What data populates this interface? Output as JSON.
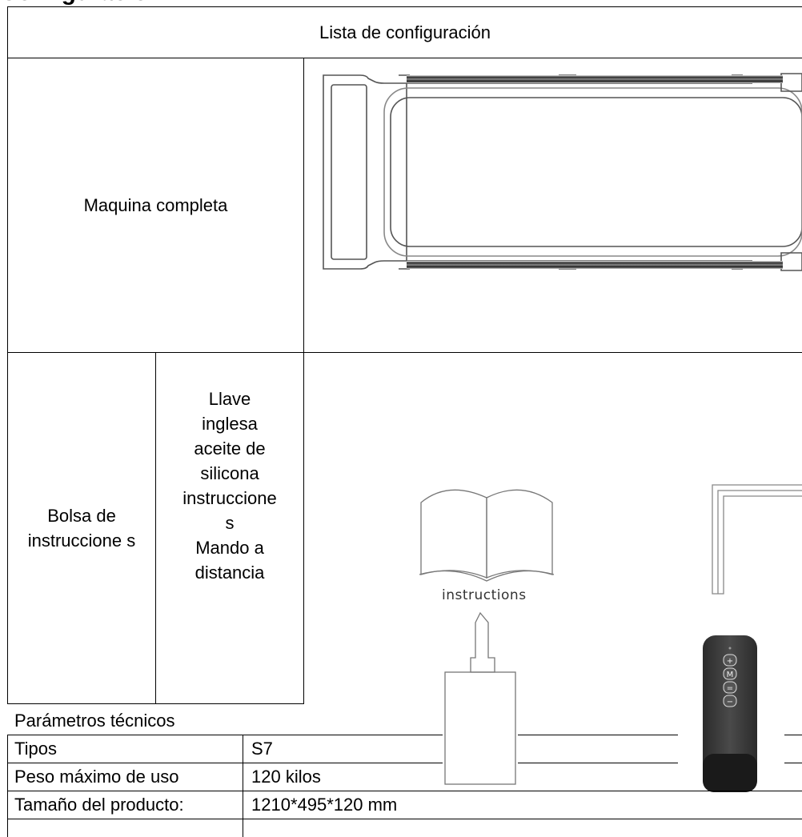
{
  "title": "Configuración",
  "config_table": {
    "header": "Lista de configuración",
    "row1_label": "Maquina completa",
    "row2_label": "Bolsa de instruccione s",
    "row2_items": [
      "Llave",
      "inglesa",
      "aceite de",
      "silicona",
      "instruccione",
      "s",
      "Mando a",
      "distancia"
    ]
  },
  "manual_caption": "instructions",
  "remote_buttons": [
    "+",
    "M",
    "=",
    "−"
  ],
  "params": {
    "heading": "Parámetros técnicos",
    "rows": [
      {
        "label": "Tipos",
        "value": "S7"
      },
      {
        "label": "Peso máximo de uso",
        "value": "120 kilos"
      },
      {
        "label": "Tamaño del producto:",
        "value": "1210*495*120 mm"
      }
    ]
  }
}
